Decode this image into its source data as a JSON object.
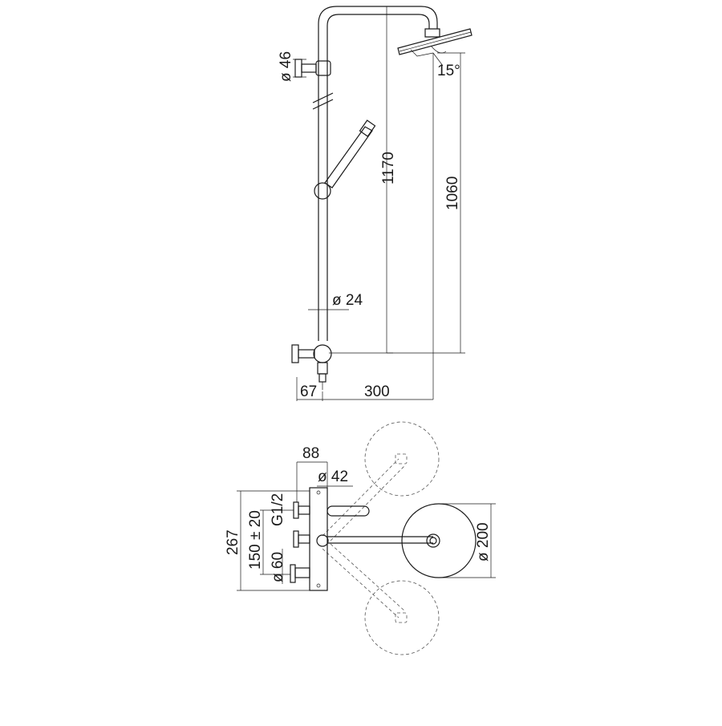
{
  "dimensions": {
    "arm_diameter": "ø 46",
    "angle": "15°",
    "height_total": "1170",
    "height_head": "1060",
    "pipe_diameter": "ø 24",
    "offset_small": "67",
    "arm_length": "300",
    "width_body": "88",
    "knob_diameter": "ø 42",
    "thread": "G1/2",
    "overall_height": "267",
    "center_distance": "150 ± 20",
    "handle_diameter": "ø 60",
    "head_diameter": "ø 200"
  },
  "colors": {
    "line": "#1a1a1a",
    "dashed": "#555555",
    "background": "#ffffff"
  }
}
